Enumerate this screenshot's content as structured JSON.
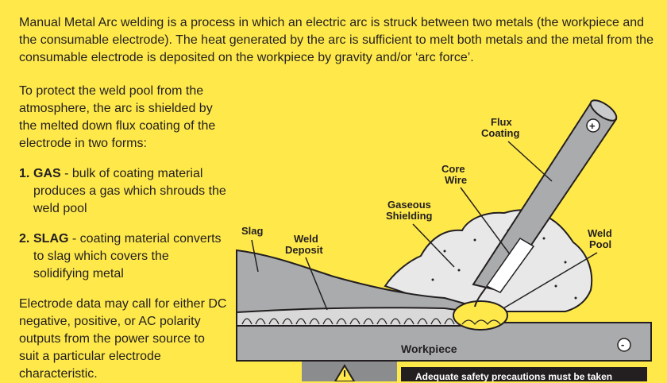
{
  "intro": "Manual Metal Arc welding is a process in which an electric arc is struck between two metals (the workpiece and the consumable electrode). The heat generated by the arc is sufficient to melt both metals and the metal from the consumable electrode is deposited on the workpiece by gravity and/or ‘arc force’.",
  "left": {
    "para": "To protect the weld pool from the atmosphere, the arc is shielded by the melted down flux coating of the electrode in two forms:",
    "items": [
      {
        "num": "1.",
        "keyword": "GAS",
        "text": " - bulk of coating material produces a gas which shrouds the weld pool"
      },
      {
        "num": "2.",
        "keyword": "SLAG",
        "text": " - coating material converts to slag which covers the solidifying metal"
      }
    ],
    "electrode_para": "Electrode data may call for either DC negative, positive, or AC polarity outputs from the power source to suit a particular electrode characteristic."
  },
  "labels": {
    "flux1": "Flux",
    "flux2": "Coating",
    "core1": "Core",
    "core2": "Wire",
    "gas1": "Gaseous",
    "gas2": "Shielding",
    "slag": "Slag",
    "weld1": "Weld",
    "weld2": "Deposit",
    "pool1": "Weld",
    "pool2": "Pool",
    "workpiece": "Workpiece",
    "plus": "+",
    "minus": "-"
  },
  "warning": "Adequate safety precautions must be taken",
  "warning_icon": "warning-triangle-icon"
}
